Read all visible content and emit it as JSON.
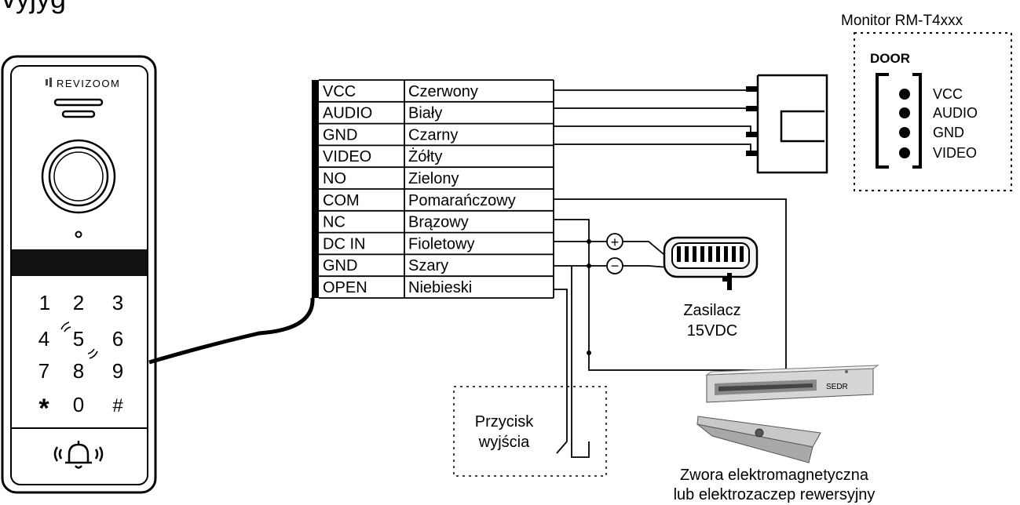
{
  "header_fragment": "vyjyg",
  "monitor": {
    "title": "Monitor RM-T4xxx",
    "door_label": "DOOR",
    "pins": [
      "VCC",
      "AUDIO",
      "GND",
      "VIDEO"
    ]
  },
  "doorpanel": {
    "brand": "REVIZOOM",
    "keys": [
      "1",
      "2",
      "3",
      "4",
      "5",
      "6",
      "7",
      "8",
      "9",
      "*",
      "0",
      "#"
    ]
  },
  "wires": [
    {
      "signal": "VCC",
      "color": "Czerwony"
    },
    {
      "signal": "AUDIO",
      "color": "Biały"
    },
    {
      "signal": "GND",
      "color": "Czarny"
    },
    {
      "signal": "VIDEO",
      "color": "Żółty"
    },
    {
      "signal": "NO",
      "color": "Zielony"
    },
    {
      "signal": "COM",
      "color": "Pomarańczowy"
    },
    {
      "signal": "NC",
      "color": "Brązowy"
    },
    {
      "signal": "DC IN",
      "color": "Fioletowy"
    },
    {
      "signal": "GND",
      "color": "Szary"
    },
    {
      "signal": "OPEN",
      "color": "Niebieski"
    }
  ],
  "power_supply": {
    "line1": "Zasilacz",
    "line2": "15VDC",
    "plus": "+",
    "minus": "−"
  },
  "exit_button": {
    "line1": "Przycisk",
    "line2": "wyjścia"
  },
  "lock": {
    "line1": "Zwora elektromagnetyczna",
    "line2": "lub elektrozaczep rewersyjny",
    "brand": "SEDR"
  }
}
